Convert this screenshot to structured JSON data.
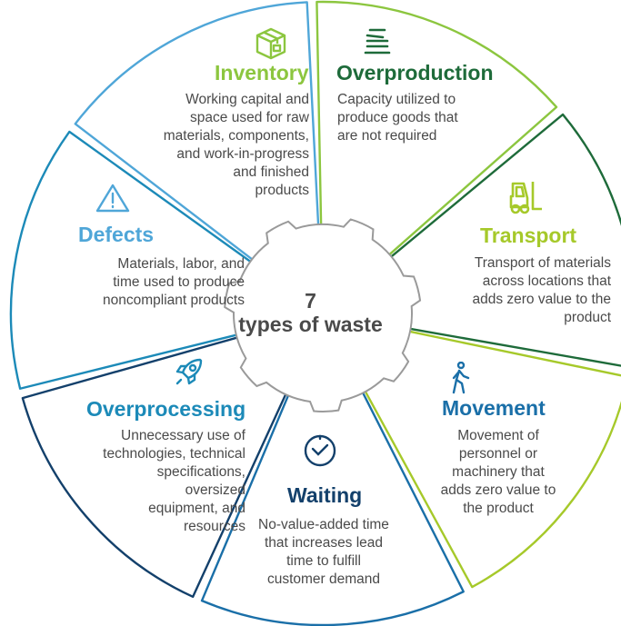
{
  "center": {
    "number": "7",
    "label": "types of waste"
  },
  "segments": [
    {
      "id": "inventory",
      "title": "Inventory",
      "color": "#8cc63f",
      "icon": "box-icon",
      "description": [
        "Working capital and",
        "space used for raw",
        "materials, components,",
        "and work-in-progress",
        "and finished",
        "products"
      ]
    },
    {
      "id": "overproduction",
      "title": "Overproduction",
      "color": "#1e6b3a",
      "icon": "stack-icon",
      "description": [
        "Capacity utilized to",
        "produce goods that",
        "are not required"
      ]
    },
    {
      "id": "transport",
      "title": "Transport",
      "color": "#a6c92a",
      "icon": "forklift-icon",
      "description": [
        "Transport of materials",
        "across locations that",
        "adds zero value to the",
        "product"
      ]
    },
    {
      "id": "movement",
      "title": "Movement",
      "color": "#1a6fa8",
      "icon": "walking-person-icon",
      "description": [
        "Movement of",
        "personnel or",
        "machinery that",
        "adds zero value to",
        "the product"
      ]
    },
    {
      "id": "waiting",
      "title": "Waiting",
      "color": "#13406b",
      "icon": "clock-icon",
      "description": [
        "No-value-added time",
        "that increases lead",
        "time to fulfill",
        "customer demand"
      ]
    },
    {
      "id": "overprocessing",
      "title": "Overprocessing",
      "color": "#1c8ab8",
      "icon": "rocket-icon",
      "description": [
        "Unnecessary use of",
        "technologies, technical",
        "specifications,",
        "oversized",
        "equipment, and",
        "resources"
      ]
    },
    {
      "id": "defects",
      "title": "Defects",
      "color": "#4fa6d8",
      "icon": "warning-icon",
      "description": [
        "Materials, labor, and",
        "time used to produce",
        "noncompliant products"
      ]
    }
  ]
}
